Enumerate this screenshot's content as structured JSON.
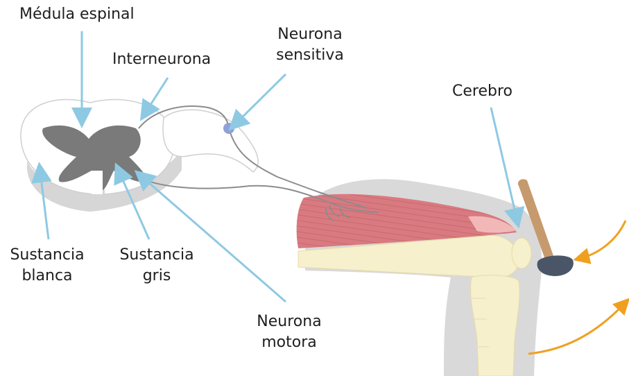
{
  "labels": {
    "medula_espinal": "Médula espinal",
    "interneurona": "Interneurona",
    "neurona_sensitiva_1": "Neurona",
    "neurona_sensitiva_2": "sensitiva",
    "cerebro": "Cerebro",
    "sustancia_blanca_1": "Sustancia",
    "sustancia_blanca_2": "blanca",
    "sustancia_gris_1": "Sustancia",
    "sustancia_gris_2": "gris",
    "neurona_motora_1": "Neurona",
    "neurona_motora_2": "motora"
  },
  "colors": {
    "pointer": "#8ec9e3",
    "grey_matter": "#7a7a7a",
    "white_matter": "#ffffff",
    "cord_shadow": "#d6d6d6",
    "nerve": "#8c8c8c",
    "ganglion": "#8fa1d6",
    "muscle": "#d97a80",
    "tendon": "#f2b8b8",
    "bone": "#f6f0cc",
    "leg_silhouette": "#d9d9d9",
    "hammer_handle": "#c69a6d",
    "hammer_head": "#4b5568",
    "arrow": "#f0a020"
  }
}
